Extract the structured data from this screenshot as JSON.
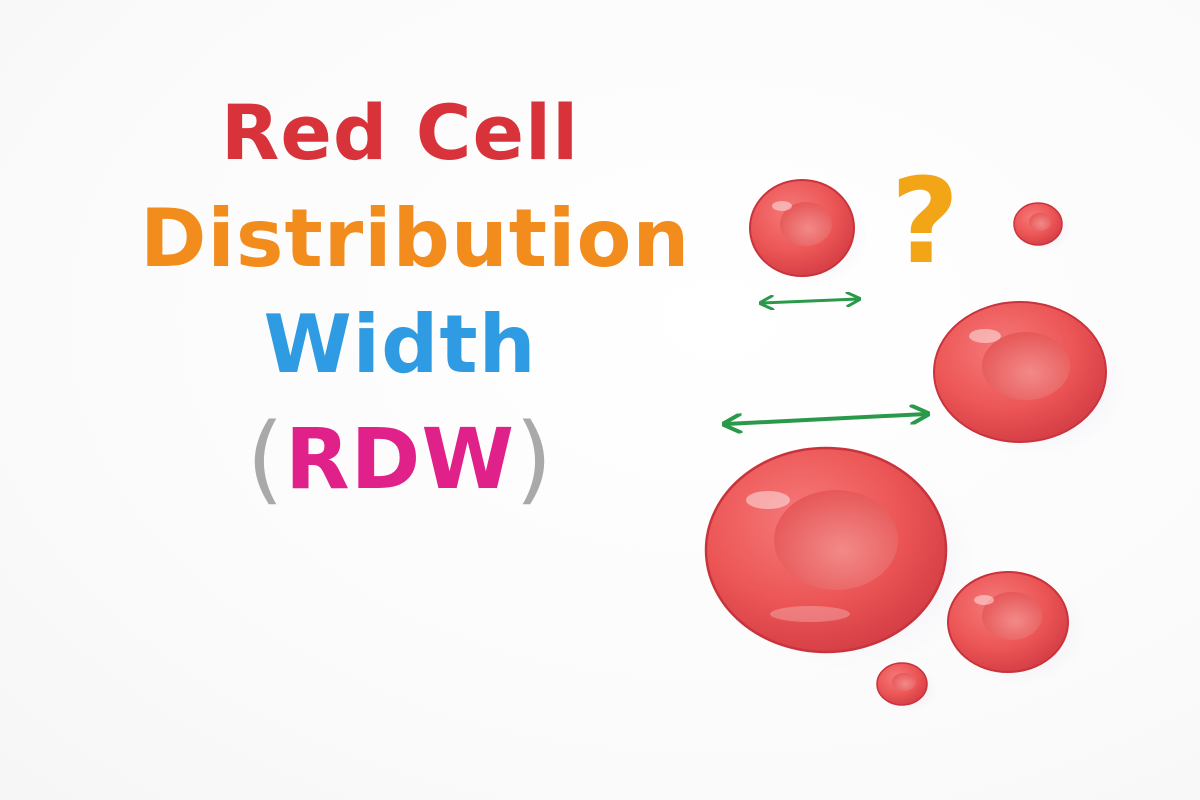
{
  "title": {
    "line1": "Red Cell",
    "line2": "Distribution",
    "line3": "Width",
    "paren_open": "(",
    "abbr": "RDW",
    "paren_close": ")"
  },
  "illustration": {
    "question_mark": "?",
    "colors": {
      "line1": "#d8323b",
      "line2": "#f28c1c",
      "line3": "#2f9be3",
      "abbr": "#e0218a",
      "paren": "#a9a9a9",
      "cell": "#ec5555",
      "cell_dark": "#d63d45",
      "arrow": "#2a9a4a",
      "question": "#f2a516"
    }
  }
}
